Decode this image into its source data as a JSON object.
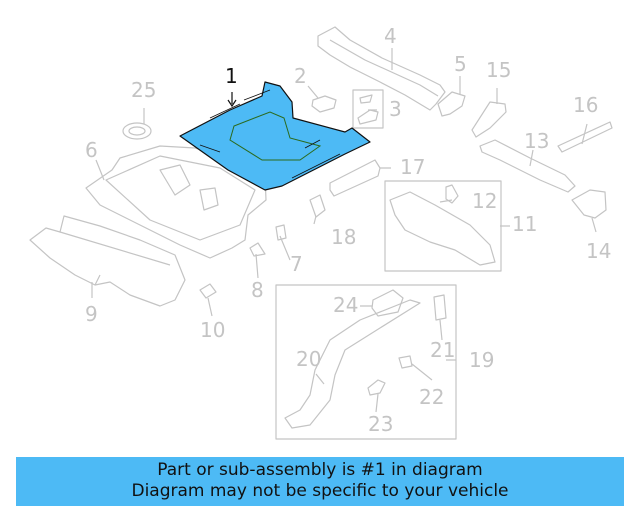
{
  "diagram": {
    "highlighted_part": "1",
    "highlight_color": "#4dbaf5",
    "line_color": "#c4c4c4",
    "callouts": [
      {
        "id": "1",
        "label": "1",
        "highlighted": true
      },
      {
        "id": "2",
        "label": "2"
      },
      {
        "id": "3",
        "label": "3"
      },
      {
        "id": "4",
        "label": "4"
      },
      {
        "id": "5",
        "label": "5"
      },
      {
        "id": "6",
        "label": "6"
      },
      {
        "id": "7",
        "label": "7"
      },
      {
        "id": "8",
        "label": "8"
      },
      {
        "id": "9",
        "label": "9"
      },
      {
        "id": "10",
        "label": "10"
      },
      {
        "id": "11",
        "label": "11"
      },
      {
        "id": "12",
        "label": "12"
      },
      {
        "id": "13",
        "label": "13"
      },
      {
        "id": "14",
        "label": "14"
      },
      {
        "id": "15",
        "label": "15"
      },
      {
        "id": "16",
        "label": "16"
      },
      {
        "id": "17",
        "label": "17"
      },
      {
        "id": "18",
        "label": "18"
      },
      {
        "id": "19",
        "label": "19"
      },
      {
        "id": "20",
        "label": "20"
      },
      {
        "id": "21",
        "label": "21"
      },
      {
        "id": "22",
        "label": "22"
      },
      {
        "id": "23",
        "label": "23"
      },
      {
        "id": "24",
        "label": "24"
      },
      {
        "id": "25",
        "label": "25"
      }
    ]
  },
  "banner": {
    "line1": "Part or sub-assembly is #1 in diagram",
    "line2": "Diagram may not be specific to your vehicle",
    "color": "#4dbaf5"
  }
}
